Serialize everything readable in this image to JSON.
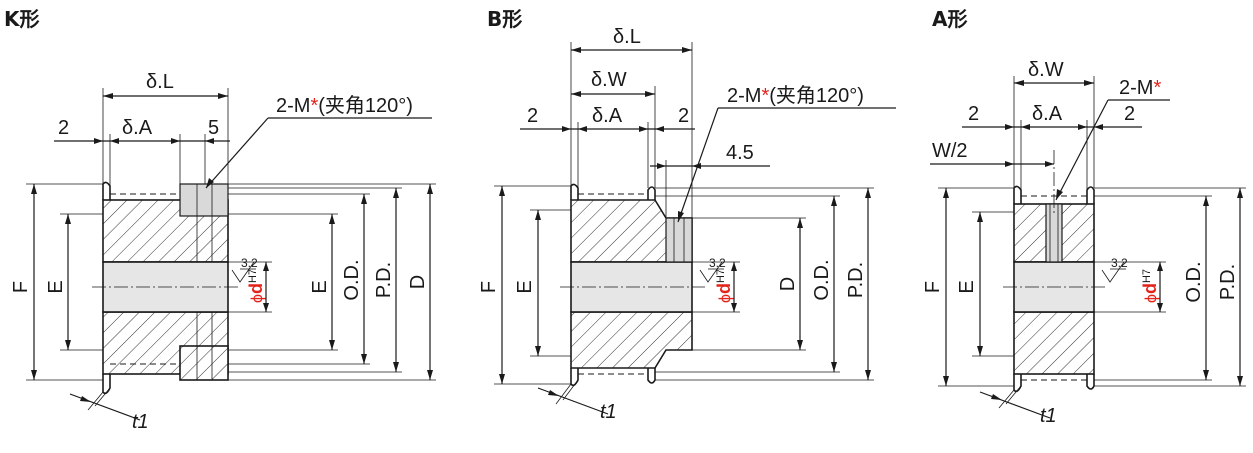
{
  "diagrams": {
    "k_type": {
      "title": "K形",
      "dim_l": "δ.L",
      "dim_a": "δ.A",
      "dim_2": "2",
      "dim_5": "5",
      "tap_note": "2-M",
      "tap_mark": "*",
      "tap_angle": "(夹角120°)",
      "dim_f": "F",
      "dim_e_left": "E",
      "dim_e_right": "E",
      "dim_od": "O.D.",
      "dim_pd": "P.D.",
      "dim_d": "D",
      "rough": "3.2",
      "bore_sym": "ϕ",
      "bore_d": "d",
      "bore_tol": "H7",
      "dim_t1": "t1"
    },
    "b_type": {
      "title": "B形",
      "dim_l": "δ.L",
      "dim_w": "δ.W",
      "dim_a": "δ.A",
      "dim_2_left": "2",
      "dim_2_right": "2",
      "dim_45": "4.5",
      "tap_note": "2-M",
      "tap_mark": "*",
      "tap_angle": "(夹角120°)",
      "dim_f": "F",
      "dim_e": "E",
      "dim_d": "D",
      "dim_od": "O.D.",
      "dim_pd": "P.D.",
      "rough": "3.2",
      "bore_sym": "ϕ",
      "bore_d": "d",
      "bore_tol": "H7",
      "dim_t1": "t1"
    },
    "a_type": {
      "title": "A形",
      "dim_w": "δ.W",
      "dim_a": "δ.A",
      "dim_2_left": "2",
      "dim_2_right": "2",
      "dim_w2": "W/2",
      "tap_note": "2-M",
      "tap_mark": "*",
      "dim_f": "F",
      "dim_e": "E",
      "dim_od": "O.D.",
      "dim_pd": "P.D.",
      "rough": "3.2",
      "bore_sym": "ϕ",
      "bore_d": "d",
      "bore_tol": "H7",
      "dim_t1": "t1"
    }
  },
  "colors": {
    "line": "#1a1a1a",
    "accent_red": "#e2231a",
    "bore_fill": "#e6e6e6"
  }
}
